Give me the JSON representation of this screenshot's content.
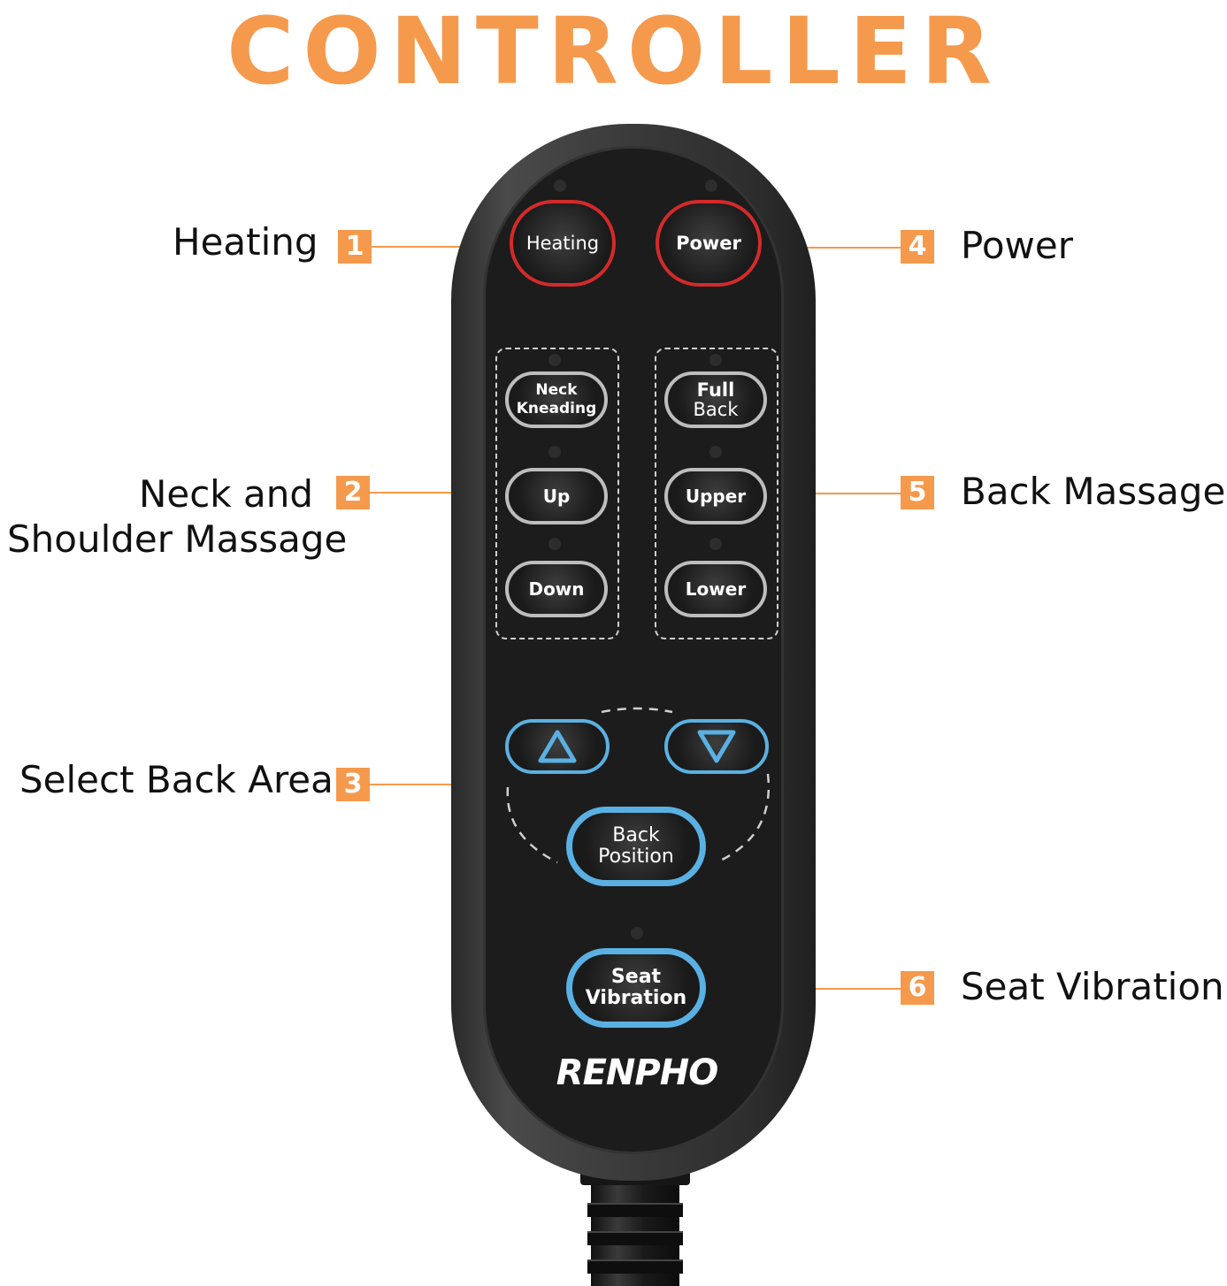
{
  "title": "CONTROLLER",
  "callouts": [
    {
      "number": "1",
      "label": "Heating"
    },
    {
      "number": "2",
      "label_line1": "Neck and",
      "label_line2": "Shoulder Massage"
    },
    {
      "number": "3",
      "label": "Select Back Area"
    },
    {
      "number": "4",
      "label": "Power"
    },
    {
      "number": "5",
      "label": "Back Massage"
    },
    {
      "number": "6",
      "label": "Seat Vibration"
    }
  ],
  "remote": {
    "brand": "RENPHO",
    "buttons": {
      "heating": "Heating",
      "power": "Power",
      "neck_kneading_1": "Neck",
      "neck_kneading_2": "Kneading",
      "up": "Up",
      "down": "Down",
      "full_back_1": "Full",
      "full_back_2": "Back",
      "upper": "Upper",
      "lower": "Lower",
      "back_position_1": "Back",
      "back_position_2": "Position",
      "seat_vibration_1": "Seat",
      "seat_vibration_2": "Vibration"
    },
    "colors": {
      "accent": "#f59a4d",
      "power_ring": "#d42a2a",
      "blue_ring": "#5ab0e2",
      "grey_ring": "#bdbdbd"
    }
  }
}
